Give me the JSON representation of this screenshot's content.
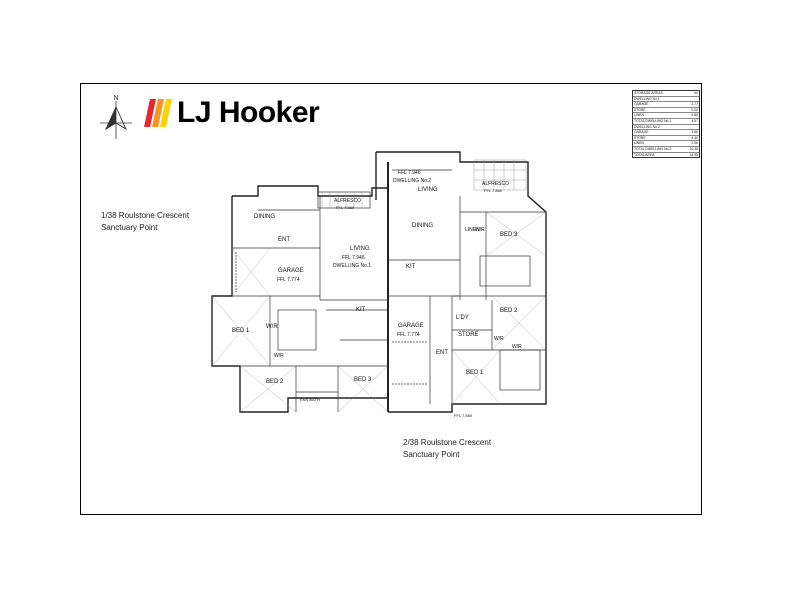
{
  "logo": {
    "text": "LJ Hooker",
    "bar_colors": [
      "#e4282b",
      "#f7941d",
      "#ffd200"
    ]
  },
  "compass": {
    "label": "N"
  },
  "addresses": [
    {
      "line1": "1/38 Roulstone Crescent",
      "line2": "Sanctuary Point"
    },
    {
      "line1": "2/38 Roulstone Crescent",
      "line2": "Sanctuary Point"
    }
  ],
  "area_table": {
    "rows": [
      {
        "label": "STORAGE AREAS",
        "value": "m²"
      },
      {
        "label": "DWELLING No.1",
        "value": ""
      },
      {
        "label": "GARAGE",
        "value": "3.77"
      },
      {
        "label": "STORE",
        "value": "0.00"
      },
      {
        "label": "LINEN",
        "value": "0.85"
      },
      {
        "label": "TOTAL DWELLING No.1",
        "value": "4.57"
      },
      {
        "label": "DWELLING No.2",
        "value": ""
      },
      {
        "label": "GARAGE",
        "value": "3.66"
      },
      {
        "label": "STORE",
        "value": "4.40"
      },
      {
        "label": "LINEN",
        "value": "2.06"
      },
      {
        "label": "TOTAL DWELLING No.2",
        "value": "10.38"
      },
      {
        "label": "TOTAL AREA",
        "value": "14.95"
      }
    ]
  },
  "plan": {
    "dwelling1": {
      "alfresco": "ALFRESCO",
      "alfresco_ffl": "FFL 7.860",
      "dining": "DINING",
      "ent": "ENT",
      "garage": "GARAGE",
      "garage_ffl": "FFL 7.774",
      "living": "LIVING",
      "living_ffl": "FFL 7.946",
      "dwelling_label": "DWELLING No.1",
      "kit": "KIT",
      "bed1": "BED 1",
      "wir": "W/R",
      "wr": "W/R",
      "bed2": "BED 2",
      "bed3": "BED 3",
      "ens_bath": "ENS BATH"
    },
    "dwelling2": {
      "ffl": "FFL 7.946",
      "dwelling_label": "DWELLING No.2",
      "living": "LIVING",
      "dining": "DINING",
      "kit": "KIT",
      "alfresco": "ALFRESCO",
      "alfresco_ffl": "FFL 7.860",
      "linen": "LINEN",
      "wir": "W/R",
      "bed3": "BED 3",
      "bed2": "BED 2",
      "garage": "GARAGE",
      "garage_ffl": "FFL 7.774",
      "ent": "ENT",
      "ldy": "L'DY",
      "store": "STORE",
      "wr": "W/R",
      "wir2": "W/R",
      "bed1": "BED 1",
      "entry_ffl": "FFL 7.880"
    }
  }
}
